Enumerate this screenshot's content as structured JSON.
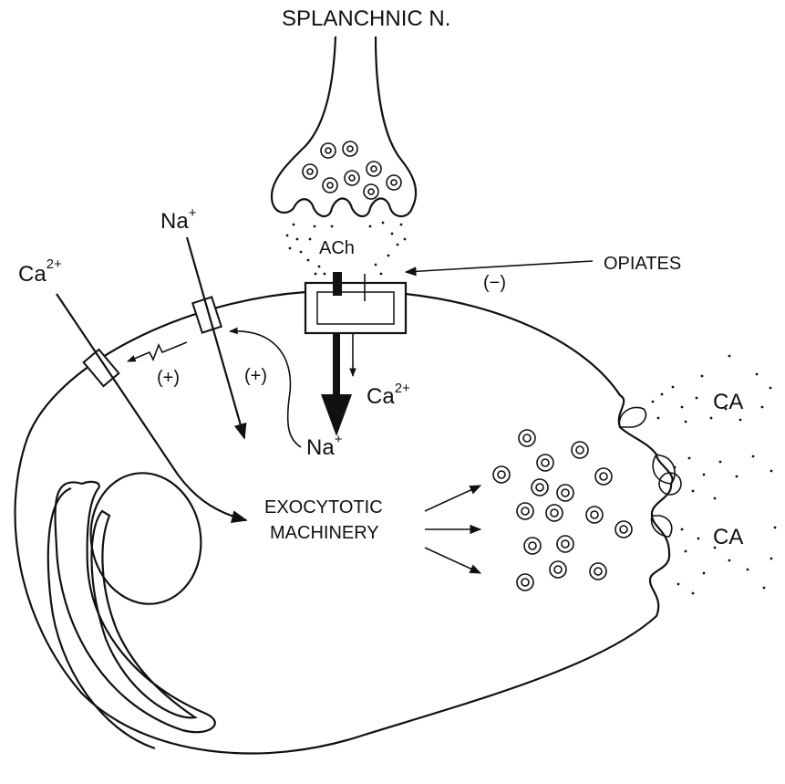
{
  "labels": {
    "nerve": "SPLANCHNIC N.",
    "ach": "ACh",
    "opiates": "OPIATES",
    "inhibit": "(−)",
    "na_top": "Na",
    "na_top_sup": "+",
    "ca_left": "Ca",
    "ca_left_sup": "2+",
    "plus_left": "(+)",
    "plus_right": "(+)",
    "ca_channel": "Ca",
    "ca_channel_sup": "2+",
    "na_inside": "Na",
    "na_inside_sup": "+",
    "exo_line1": "EXOCYTOTIC",
    "exo_line2": "MACHINERY",
    "ca_release_1": "CA",
    "ca_release_2": "CA"
  }
}
